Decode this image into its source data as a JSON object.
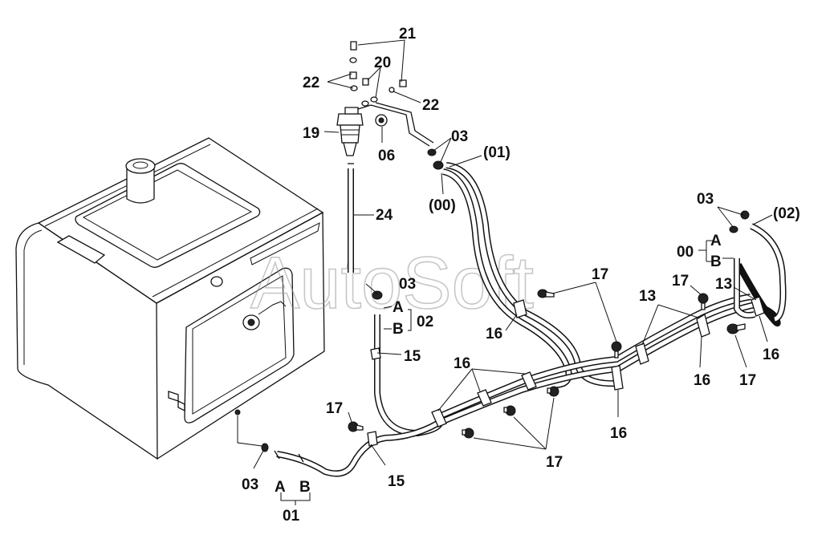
{
  "watermark": "AutoSoft",
  "labels": {
    "p21": "21",
    "p20": "20",
    "p22_left": "22",
    "p22_right": "22",
    "p19": "19",
    "p06": "06",
    "p03_top": "03",
    "p01_paren": "(01)",
    "p00_paren": "(00)",
    "p24": "24",
    "p03_right": "03",
    "p02_paren": "(02)",
    "p00_group": "00",
    "pA_right": "A",
    "pB_right": "B",
    "p03_mid": "03",
    "pA_mid": "A",
    "pB_mid": "B",
    "p02_group": "02",
    "p15_mid": "15",
    "p17_top": "17",
    "p16_left": "16",
    "p13_left": "13",
    "p17_right_top": "17",
    "p13_right": "13",
    "p16_right": "16",
    "p16_center": "16",
    "p17_right_bottom": "17",
    "p16_upper": "16",
    "p16_bottom": "16",
    "p17_left": "17",
    "p15_bottom": "15",
    "p17_bottom": "17",
    "p03_bottom": "03",
    "pA_bottom": "A",
    "pB_bottom": "B",
    "p01_group": "01"
  }
}
